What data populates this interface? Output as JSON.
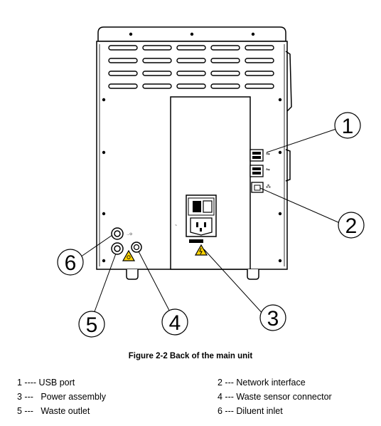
{
  "callouts": [
    "1",
    "2",
    "3",
    "4",
    "5",
    "6"
  ],
  "caption": "Figure 2-2 Back of the main unit",
  "legend": [
    "1 ---- USB port",
    "2 --- Network interface",
    "3 ---   Power assembly",
    "4 --- Waste sensor connector",
    "5 ---   Waste outlet",
    "6 --- Diluent inlet"
  ]
}
